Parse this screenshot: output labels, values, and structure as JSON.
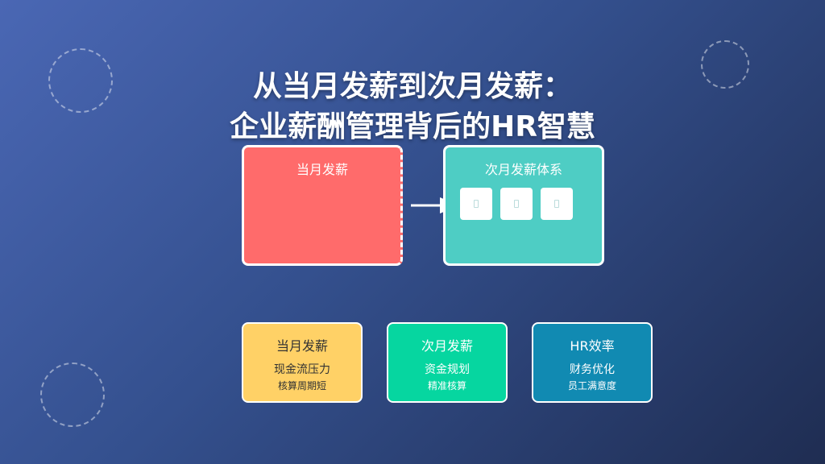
{
  "title": {
    "line1": "从当月发薪到次月发薪：",
    "line2": "企业薪酬管理背后的HR智慧"
  },
  "diagram": {
    "current_box": {
      "label": "当月发薪",
      "color": "#ff6b6b"
    },
    "next_box": {
      "label": "次月发薪体系",
      "color": "#4ecdc4",
      "icon_count": 3
    },
    "arrow_icon": "arrow-right-icon"
  },
  "cards": [
    {
      "title": "当月发薪",
      "line1": "现金流压力",
      "line2": "核算周期短",
      "color": "#ffd166"
    },
    {
      "title": "次月发薪",
      "line1": "资金规划",
      "line2": "精准核算",
      "color": "#06d6a0"
    },
    {
      "title": "HR效率",
      "line1": "财务优化",
      "line2": "员工满意度",
      "color": "#118ab2"
    }
  ]
}
